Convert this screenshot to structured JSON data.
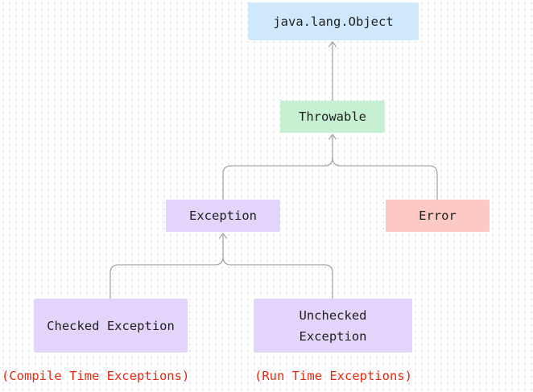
{
  "colors": {
    "object_fill": "#cfe8fb",
    "throwable_fill": "#c5f1d2",
    "exception_fill": "#e3d4fb",
    "error_fill": "#fcc9c4",
    "connector": "#a8a8a8",
    "caption_text": "#e8280f"
  },
  "nodes": {
    "object": "java.lang.Object",
    "throwable": "Throwable",
    "exception": "Exception",
    "error": "Error",
    "checked": "Checked Exception",
    "unchecked": "Unchecked\nException"
  },
  "captions": {
    "checked": "(Compile Time Exceptions)",
    "unchecked": "(Run Time Exceptions)"
  },
  "edges": [
    {
      "from": "throwable",
      "to": "object"
    },
    {
      "from": "exception",
      "to": "throwable"
    },
    {
      "from": "error",
      "to": "throwable"
    },
    {
      "from": "checked",
      "to": "exception"
    },
    {
      "from": "unchecked",
      "to": "exception"
    }
  ]
}
